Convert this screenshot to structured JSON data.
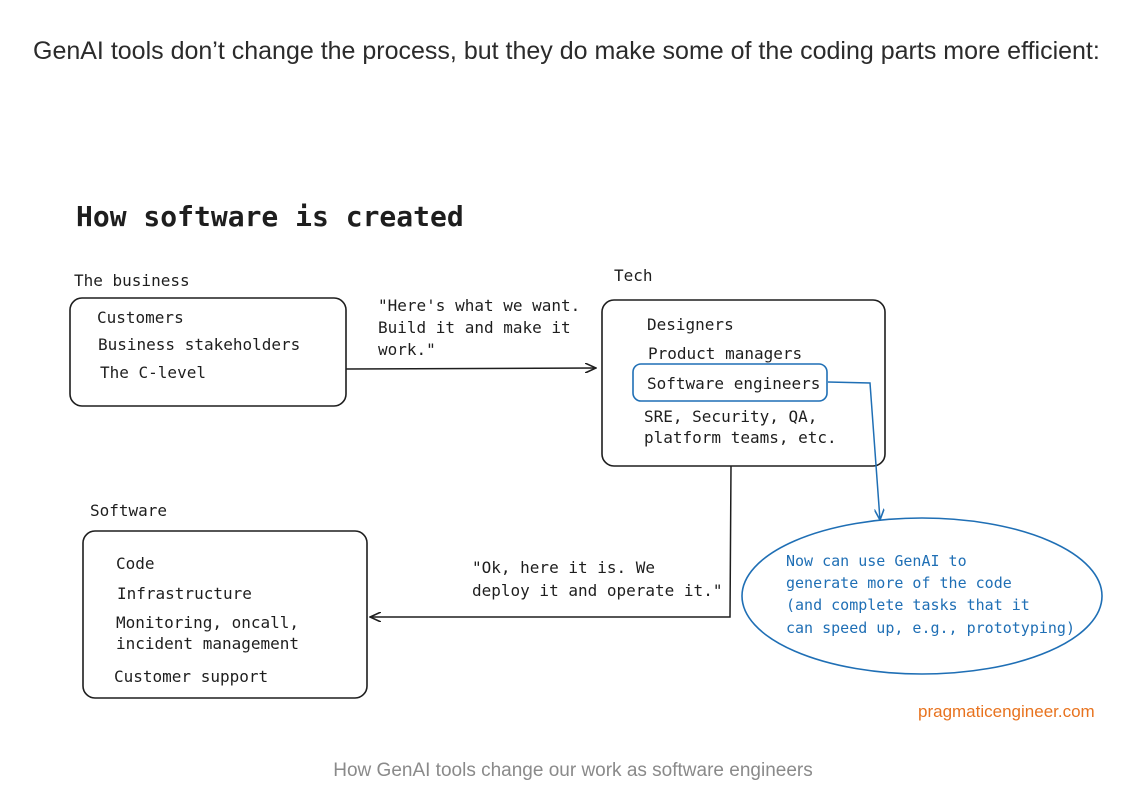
{
  "intro_text": "GenAI tools don’t change the process, but they do make some of the coding parts more efficient:",
  "diagram": {
    "title": "How software is created",
    "business": {
      "label": "The business",
      "items": [
        "Customers",
        "Business stakeholders",
        "The C-level"
      ]
    },
    "request_quote": [
      "\"Here's what we want.",
      "Build it and make it",
      "work.\""
    ],
    "tech": {
      "label": "Tech",
      "items": [
        "Designers",
        "Product managers",
        "Software engineers"
      ],
      "extra": [
        "SRE, Security, QA,",
        "platform teams, etc."
      ]
    },
    "software": {
      "label": "Software",
      "items": [
        "Code",
        "Infrastructure",
        "Monitoring, oncall,",
        "incident management",
        "Customer support"
      ]
    },
    "deploy_quote": [
      "\"Ok, here it is. We",
      "deploy it and operate it.\""
    ],
    "genai_note": [
      "Now can use GenAI to",
      "generate more of the code",
      "(and complete tasks that it",
      "can speed up, e.g., prototyping)"
    ],
    "watermark": "pragmaticengineer.com",
    "colors": {
      "ink": "#1e1e1e",
      "highlight": "#1f6fb5",
      "brand": "#e8731f"
    }
  },
  "caption": "How GenAI tools change our work as software engineers"
}
